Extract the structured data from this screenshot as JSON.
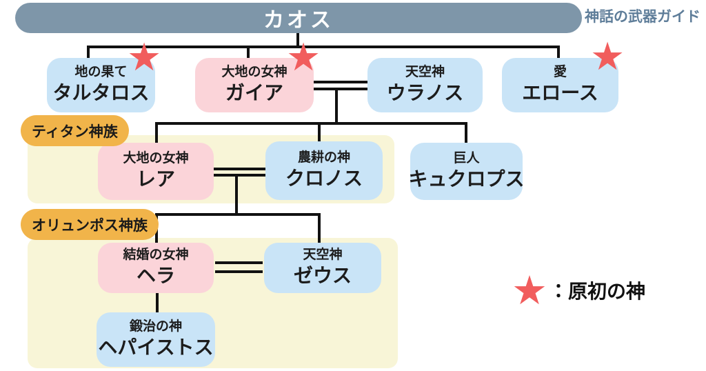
{
  "page": {
    "banner_title": "カオス",
    "site_title": "神話の武器ガイド"
  },
  "badges": {
    "titan": "ティタン神族",
    "olympus": "オリュンポス神族"
  },
  "nodes": {
    "tartaros": {
      "label": "地の果て",
      "name": "タルタロス"
    },
    "gaia": {
      "label": "大地の女神",
      "name": "ガイア"
    },
    "uranos": {
      "label": "天空神",
      "name": "ウラノス"
    },
    "eros": {
      "label": "愛",
      "name": "エロース"
    },
    "rhea": {
      "label": "大地の女神",
      "name": "レア"
    },
    "kronos": {
      "label": "農耕の神",
      "name": "クロノス"
    },
    "cyclops": {
      "label": "巨人",
      "name": "キュクロプス"
    },
    "hera": {
      "label": "結婚の女神",
      "name": "ヘラ"
    },
    "zeus": {
      "label": "天空神",
      "name": "ゼウス"
    },
    "hephaistos": {
      "label": "鍛治の神",
      "name": "ヘパイストス"
    }
  },
  "markers": {
    "primordial_star": "★"
  },
  "legend": {
    "marker": "★",
    "label": "：原初の神"
  },
  "colors": {
    "banner": "#7E96A9",
    "site_title_text": "#5E7D99",
    "node_pink": "#FBD4D9",
    "node_blue": "#C9E4F7",
    "group_panel_yellow": "#F8F5D7",
    "badge_orange": "#F1B44A",
    "star_red": "#F15D5D",
    "line_black": "#111111"
  }
}
